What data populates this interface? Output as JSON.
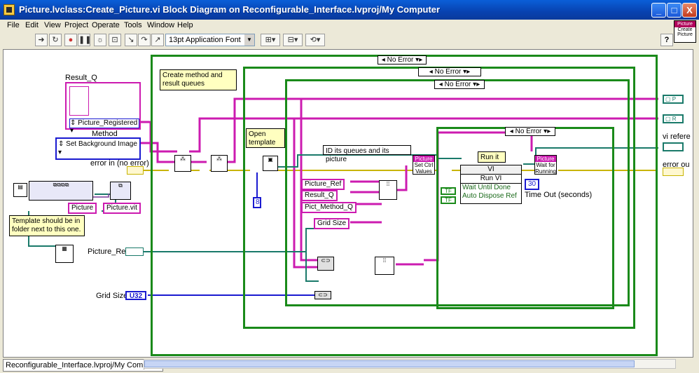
{
  "window": {
    "title": "Picture.lvclass:Create_Picture.vi Block Diagram on Reconfigurable_Interface.lvproj/My Computer",
    "minimize": "_",
    "maximize": "□",
    "close": "X"
  },
  "menu": [
    "File",
    "Edit",
    "View",
    "Project",
    "Operate",
    "Tools",
    "Window",
    "Help"
  ],
  "toolbar": {
    "font": "13pt Application Font",
    "help": "?"
  },
  "vi_icon": {
    "header": "Picture",
    "line1": "Create",
    "line2": "Picture"
  },
  "diagram": {
    "controls": {
      "result_q_label": "Result_Q",
      "result_q_value": "Picture_Registered",
      "method_label": "Method",
      "method_value": "Set Background Image",
      "error_in_label": "error in (no error)",
      "picture_ref_label": "Picture_Ref",
      "grid_size_label": "Grid Size",
      "grid_size_type": "U32"
    },
    "constants": {
      "picture": "Picture",
      "picture_vit": "Picture.vit",
      "const_8": "8",
      "const_30": "30",
      "bundle_picture_ref": "Picture_Ref",
      "bundle_result_q": "Result_Q",
      "bundle_pict_method_q": "Pict_Method_Q",
      "bundle_grid_size": "Grid Size",
      "wait_until_done": "Wait Until Done",
      "auto_dispose_ref": "Auto Dispose Ref",
      "tf": "TF"
    },
    "comments": {
      "create_queues": "Create method and result queues",
      "open_template": "Open template",
      "template_note": "Template should be in folder next to this one.",
      "id_queues": "ID its queues and its picture",
      "run_it": "Run it"
    },
    "case_selectors": {
      "outer": "No Error",
      "mid": "No Error",
      "inner": "No Error",
      "innermost": "No Error"
    },
    "nodes": {
      "run_vi_title": "VI",
      "run_vi_method": "Run VI",
      "set_ctrl_values_header": "Picture",
      "set_ctrl_values_body": "Set Ctrl Values",
      "wait_running_header": "Picture",
      "wait_running_body": "Wait for Running",
      "timeout_label": "Time Out (seconds)"
    },
    "indicators": {
      "p": "P",
      "r": "R",
      "vi_ref_label": "vi refere",
      "error_out_label": "error ou"
    }
  },
  "status": {
    "context": "Reconfigurable_Interface.lvproj/My Computer"
  },
  "colors": {
    "title_bar": "#0842b0",
    "structure_border": "#1a8a1a",
    "class_wire": "#cc1bb0",
    "error_wire": "#c8b400",
    "refnum_wire": "#1a7a6a",
    "numeric_wire": "#1a1ad0"
  }
}
